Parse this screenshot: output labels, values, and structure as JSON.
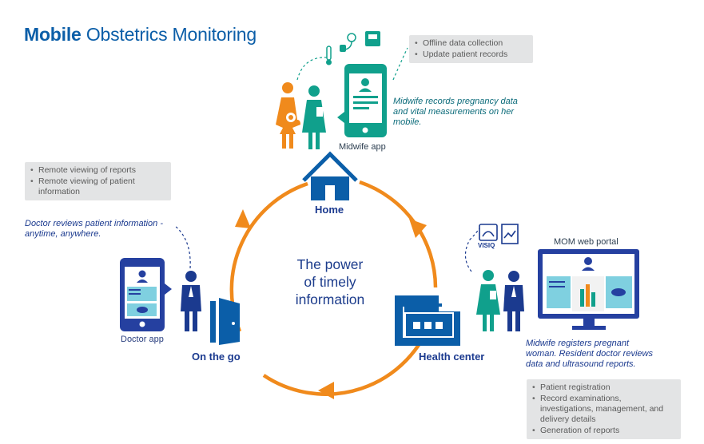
{
  "title": {
    "bold": "Mobile",
    "rest": "Obstetrics Monitoring"
  },
  "center_text": {
    "line1": "The power",
    "line2": "of timely",
    "line3": "information"
  },
  "home": {
    "label": "Home",
    "app_label": "Midwife app",
    "description": "Midwife records pregnancy data and vital measurements on her mobile.",
    "bullets": [
      "Offline data collection",
      "Update patient records"
    ]
  },
  "on_the_go": {
    "label": "On the go",
    "app_label": "Doctor app",
    "description": "Doctor reviews patient information - anytime, anywhere.",
    "bullets": [
      "Remote viewing of reports",
      "Remote viewing of patient information"
    ]
  },
  "health_center": {
    "label": "Health center",
    "portal_label": "MOM web portal",
    "visiq_label": "VISIQ",
    "description": "Midwife registers pregnant woman. Resident doctor reviews data and ultrasound reports.",
    "bullets": [
      "Patient registration",
      "Record examinations, investigations, management, and delivery details",
      "Generation of reports"
    ]
  },
  "colors": {
    "brand_blue": "#0b5ea8",
    "navy": "#1b3a8f",
    "orange": "#f08a1c",
    "teal": "#10a08c",
    "grey_box": "#e3e4e5"
  },
  "icons": [
    "thermometer-icon",
    "blood-pressure-icon",
    "scale-icon",
    "house-icon",
    "door-icon",
    "building-icon",
    "ultrasound-icon",
    "report-icon"
  ]
}
